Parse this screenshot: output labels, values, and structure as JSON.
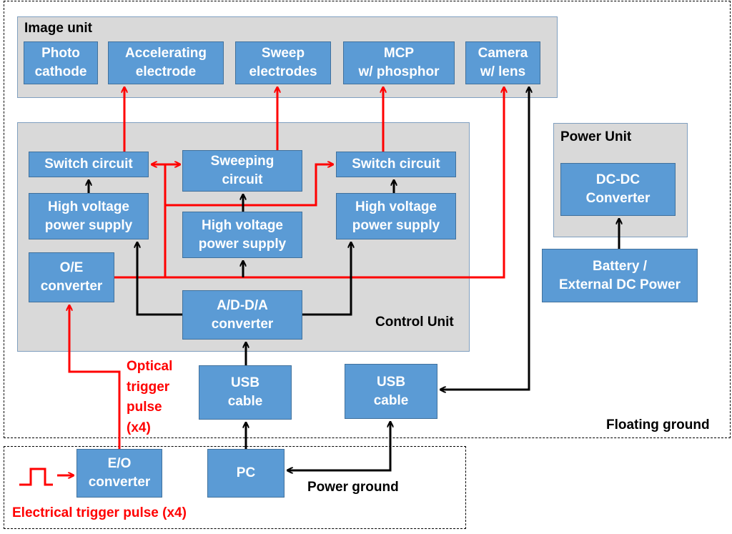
{
  "floating_region": {
    "label": "Floating ground"
  },
  "power_region": {
    "label": "Power ground"
  },
  "image_unit": {
    "title": "Image unit",
    "blocks": [
      {
        "id": "photocathode",
        "label": "Photo\ncathode"
      },
      {
        "id": "accelerating",
        "label": "Accelerating\nelectrode"
      },
      {
        "id": "sweep-electrodes",
        "label": "Sweep\nelectrodes"
      },
      {
        "id": "mcp",
        "label": "MCP\nw/ phosphor"
      },
      {
        "id": "camera",
        "label": "Camera\nw/ lens"
      }
    ]
  },
  "control_unit": {
    "title": "Control Unit",
    "blocks": [
      {
        "id": "switch-left",
        "label": "Switch circuit"
      },
      {
        "id": "sweeping",
        "label": "Sweeping\ncircuit"
      },
      {
        "id": "switch-right",
        "label": "Switch circuit"
      },
      {
        "id": "hv-left",
        "label": "High voltage\npower supply"
      },
      {
        "id": "hv-mid",
        "label": "High voltage\npower supply"
      },
      {
        "id": "hv-right",
        "label": "High voltage\npower supply"
      },
      {
        "id": "oe",
        "label": "O/E\nconverter"
      },
      {
        "id": "adda",
        "label": "A/D-D/A\nconverter"
      }
    ]
  },
  "power_unit": {
    "title": "Power Unit",
    "blocks": [
      {
        "id": "dcdc",
        "label": "DC-DC\nConverter"
      }
    ]
  },
  "outside_blocks": [
    {
      "id": "battery",
      "label": "Battery /\nExternal DC Power"
    },
    {
      "id": "usb-left",
      "label": "USB\ncable"
    },
    {
      "id": "usb-right",
      "label": "USB\ncable"
    },
    {
      "id": "eo",
      "label": "E/O\nconverter"
    },
    {
      "id": "pc",
      "label": "PC"
    }
  ],
  "annotations": {
    "optical_trigger": "Optical\ntrigger\npulse\n(x4)",
    "electrical_trigger": "Electrical trigger pulse (x4)"
  },
  "colors": {
    "block_fill": "#5b9bd5",
    "unit_fill": "#d9d9d9",
    "signal_red": "#ff0000",
    "line_black": "#000000"
  }
}
